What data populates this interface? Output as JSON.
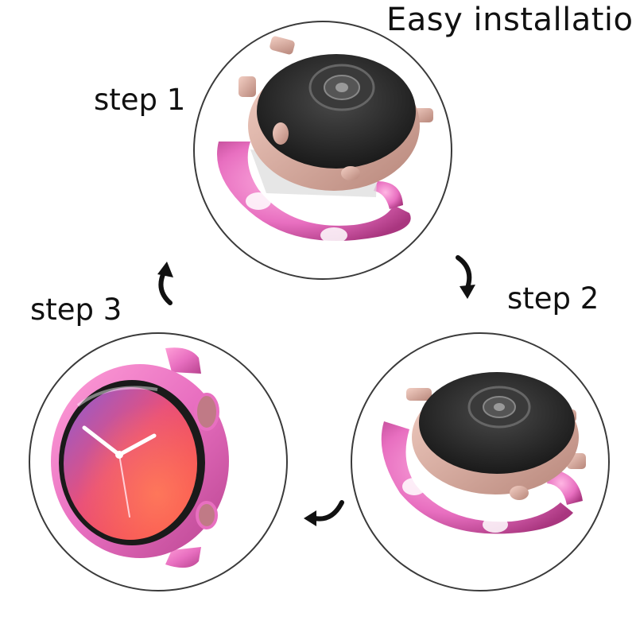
{
  "title": "Easy installation",
  "steps": [
    {
      "label": "step 1"
    },
    {
      "label": "step 2"
    },
    {
      "label": "step 3"
    }
  ],
  "colors": {
    "case_pink": "#e86fc0",
    "case_pink_dark": "#b8438f",
    "watch_body": "#2a2a2a",
    "rose_gold": "#d9a79a",
    "circle_border": "#3a3a3a",
    "text": "#111111"
  },
  "icons": {
    "arrow": "curved-arrow-icon"
  }
}
